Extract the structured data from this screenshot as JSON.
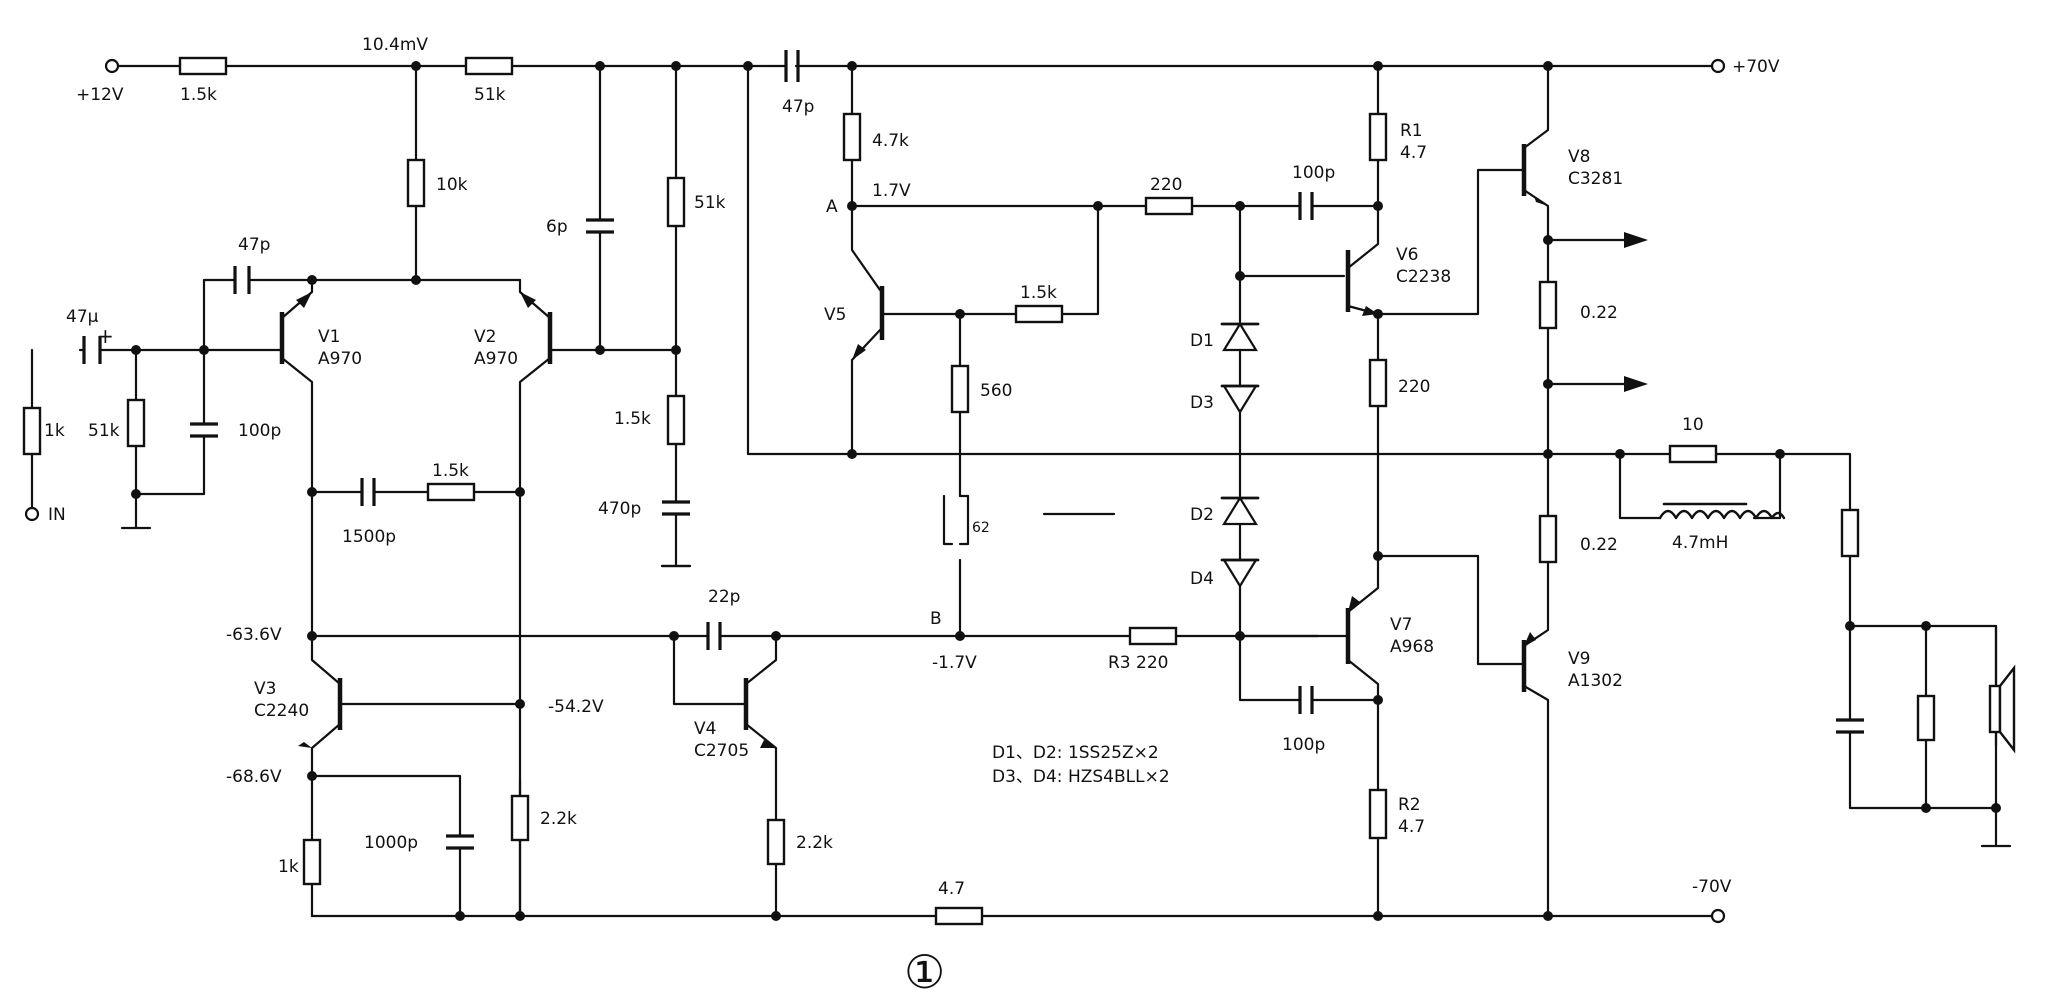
{
  "figure_number": "①",
  "nodes": {
    "v_in_supply": "+12V",
    "v_pos_supply": "+70V",
    "v_neg_supply": "-70V",
    "v_top_node": "10.4mV",
    "v_a": "1.7V",
    "v_b": "-1.7V",
    "v_neg_63": "-63.6V",
    "v_neg_54": "-54.2V",
    "v_neg_68": "-68.6V",
    "label_in": "IN",
    "label_a": "A",
    "label_b": "B"
  },
  "transistors": {
    "v1": {
      "ref": "V1",
      "part": "A970"
    },
    "v2": {
      "ref": "V2",
      "part": "A970"
    },
    "v3": {
      "ref": "V3",
      "part": "C2240"
    },
    "v4": {
      "ref": "V4",
      "part": "C2705"
    },
    "v5": {
      "ref": "V5"
    },
    "v6": {
      "ref": "V6",
      "part": "C2238"
    },
    "v7": {
      "ref": "V7",
      "part": "A968"
    },
    "v8": {
      "ref": "V8",
      "part": "C3281"
    },
    "v9": {
      "ref": "V9",
      "part": "A1302"
    }
  },
  "resistors": {
    "r_in_1k5": "1.5k",
    "r_top_51k": "51k",
    "r_10k": "10k",
    "r_51k_bias": "51k",
    "r_1k5_bias": "1.5k",
    "r_1k_in": "1k",
    "r_51k_in": "51k",
    "r_1k5_fb": "1.5k",
    "r_22k_left": "2.2k",
    "r_1k_v3": "1k",
    "r_22k_v4": "2.2k",
    "r_47_bottom": "4.7",
    "r_47k": "4.7k",
    "r_220_a": "220",
    "r_1k5_v5": "1.5k",
    "r_560": "560",
    "r1_ref": "R1",
    "r1_val": "4.7",
    "r_220_v6": "220",
    "r3_label": "R3 220",
    "r2_ref": "R2",
    "r2_val": "4.7",
    "r_022_top": "0.22",
    "r_022_bottom": "0.22",
    "r_10_out": "10"
  },
  "capacitors": {
    "c_47u": "47μ",
    "c_100p_in": "100p",
    "c_47p_v1": "47p",
    "c_6p": "6p",
    "c_470p": "470p",
    "c_1500p": "1500p",
    "c_1000p": "1000p",
    "c_22p": "22p",
    "c_47p_top": "47p",
    "c_100p_v6": "100p",
    "c_100p_v7": "100p"
  },
  "inductors": {
    "l_out": "4.7mH"
  },
  "diodes": {
    "d1": "D1",
    "d2": "D2",
    "d3": "D3",
    "d4": "D4"
  },
  "notes": {
    "line1": "D1、D2: 1SS25Z×2",
    "line2": "D3、D4: HZS4BLL×2",
    "partial_label": "62"
  },
  "colors": {
    "ink": "#111111",
    "paper": "#ffffff"
  }
}
